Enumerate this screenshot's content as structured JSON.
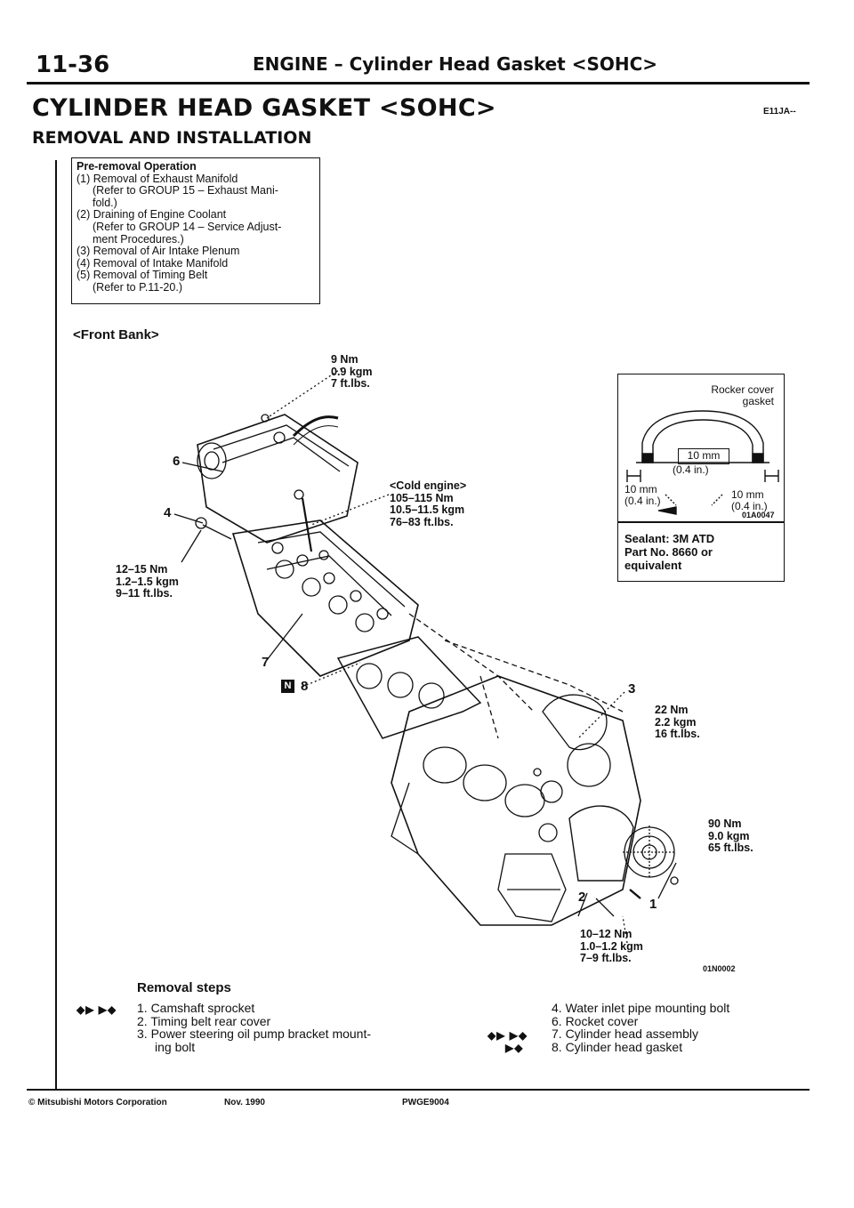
{
  "header": {
    "page_number": "11-36",
    "title": "ENGINE – Cylinder Head Gasket <SOHC>"
  },
  "section": {
    "title": "CYLINDER HEAD GASKET <SOHC>",
    "code": "E11JA--",
    "subtitle": "REMOVAL AND INSTALLATION"
  },
  "pre_removal": {
    "title": "Pre-removal Operation",
    "items": [
      {
        "text": "(1) Removal of Exhaust Manifold",
        "sub": "(Refer to GROUP 15 – Exhaust Mani-",
        "sub2": "fold.)"
      },
      {
        "text": "(2) Draining of Engine Coolant",
        "sub": "(Refer to GROUP 14 – Service Adjust-",
        "sub2": "ment Procedures.)"
      },
      {
        "text": "(3) Removal of Air Intake Plenum"
      },
      {
        "text": "(4) Removal of Intake Manifold"
      },
      {
        "text": "(5) Removal of Timing Belt",
        "sub": "(Refer to P.11-20.)"
      }
    ]
  },
  "diagram": {
    "front_bank": "<Front Bank>",
    "torque_top": [
      "9 Nm",
      "0.9 kgm",
      "7 ft.lbs."
    ],
    "torque_cold": [
      "<Cold engine>",
      "105–115 Nm",
      "10.5–11.5 kgm",
      "76–83 ft.lbs."
    ],
    "torque_left": [
      "12–15 Nm",
      "1.2–1.5 kgm",
      "9–11 ft.lbs."
    ],
    "torque_3": [
      "22 Nm",
      "2.2 kgm",
      "16 ft.lbs."
    ],
    "torque_1": [
      "90 Nm",
      "9.0 kgm",
      "65 ft.lbs."
    ],
    "torque_bottom": [
      "10–12 Nm",
      "1.0–1.2 kgm",
      "7–9 ft.lbs."
    ],
    "callouts": {
      "n6": "6",
      "n4": "4",
      "n7": "7",
      "n8": "8",
      "n8_badge": "N",
      "n3": "3",
      "n2": "2",
      "n1": "1"
    },
    "figure_code": "01N0002"
  },
  "sealant_box": {
    "rocker": [
      "Rocker cover",
      "gasket"
    ],
    "dim_top": [
      "10 mm",
      "(0.4 in.)"
    ],
    "dim_left": [
      "10 mm",
      "(0.4 in.)"
    ],
    "dim_right": [
      "10 mm",
      "(0.4 in.)"
    ],
    "code": "01A0047",
    "sealant": [
      "Sealant: 3M ATD",
      "Part No. 8660 or",
      "equivalent"
    ]
  },
  "removal_steps": {
    "title": "Removal steps",
    "left": [
      {
        "mark": "◆▶ ▶◆",
        "text": "1. Camshaft sprocket"
      },
      {
        "mark": "",
        "text": "2. Timing belt rear cover"
      },
      {
        "mark": "",
        "text": "3. Power steering oil pump bracket mount-",
        "cont": "ing bolt"
      }
    ],
    "right": [
      {
        "mark": "",
        "text": "4. Water inlet pipe mounting bolt"
      },
      {
        "mark": "",
        "text": "6. Rocket cover"
      },
      {
        "mark": "◆▶ ▶◆",
        "text": "7. Cylinder head assembly"
      },
      {
        "mark": "▶◆",
        "text": "8. Cylinder head gasket"
      }
    ]
  },
  "footer": {
    "copyright": "© Mitsubishi Motors Corporation",
    "date": "Nov. 1990",
    "code": "PWGE9004"
  }
}
